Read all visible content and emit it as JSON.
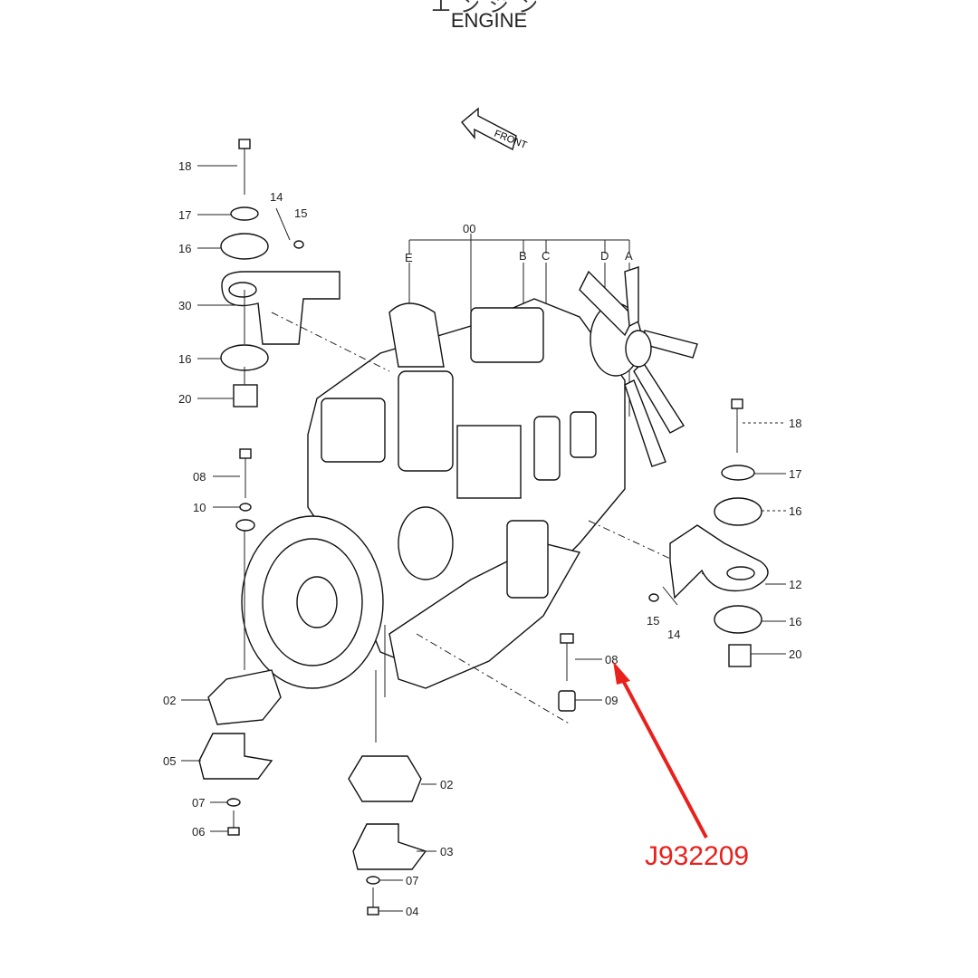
{
  "header": {
    "title_jp": "エンジン",
    "title_en": "ENGINE"
  },
  "diagram": {
    "front_marker": "FRONT",
    "callouts": [
      {
        "id": "lbl-18-left",
        "text": "18"
      },
      {
        "id": "lbl-17-left",
        "text": "17"
      },
      {
        "id": "lbl-14-top",
        "text": "14"
      },
      {
        "id": "lbl-15-top",
        "text": "15"
      },
      {
        "id": "lbl-16-left-a",
        "text": "16"
      },
      {
        "id": "lbl-30",
        "text": "30"
      },
      {
        "id": "lbl-16-left-b",
        "text": "16"
      },
      {
        "id": "lbl-20-left",
        "text": "20"
      },
      {
        "id": "lbl-00",
        "text": "00"
      },
      {
        "id": "lbl-E",
        "text": "E"
      },
      {
        "id": "lbl-B",
        "text": "B"
      },
      {
        "id": "lbl-C",
        "text": "C"
      },
      {
        "id": "lbl-D",
        "text": "D"
      },
      {
        "id": "lbl-A",
        "text": "A"
      },
      {
        "id": "lbl-08-left",
        "text": "08"
      },
      {
        "id": "lbl-10",
        "text": "10"
      },
      {
        "id": "lbl-18-right",
        "text": "18"
      },
      {
        "id": "lbl-17-right",
        "text": "17"
      },
      {
        "id": "lbl-16-right-a",
        "text": "16"
      },
      {
        "id": "lbl-12",
        "text": "12"
      },
      {
        "id": "lbl-15-right",
        "text": "15"
      },
      {
        "id": "lbl-14-right",
        "text": "14"
      },
      {
        "id": "lbl-16-right-b",
        "text": "16"
      },
      {
        "id": "lbl-20-right",
        "text": "20"
      },
      {
        "id": "lbl-08-center",
        "text": "08"
      },
      {
        "id": "lbl-09",
        "text": "09"
      },
      {
        "id": "lbl-02-left",
        "text": "02"
      },
      {
        "id": "lbl-05",
        "text": "05"
      },
      {
        "id": "lbl-07-left",
        "text": "07"
      },
      {
        "id": "lbl-06",
        "text": "06"
      },
      {
        "id": "lbl-02-center",
        "text": "02"
      },
      {
        "id": "lbl-03",
        "text": "03"
      },
      {
        "id": "lbl-07-center",
        "text": "07"
      },
      {
        "id": "lbl-04",
        "text": "04"
      }
    ]
  },
  "annotation": {
    "part_number": "J932209",
    "color": "#e8211c"
  }
}
